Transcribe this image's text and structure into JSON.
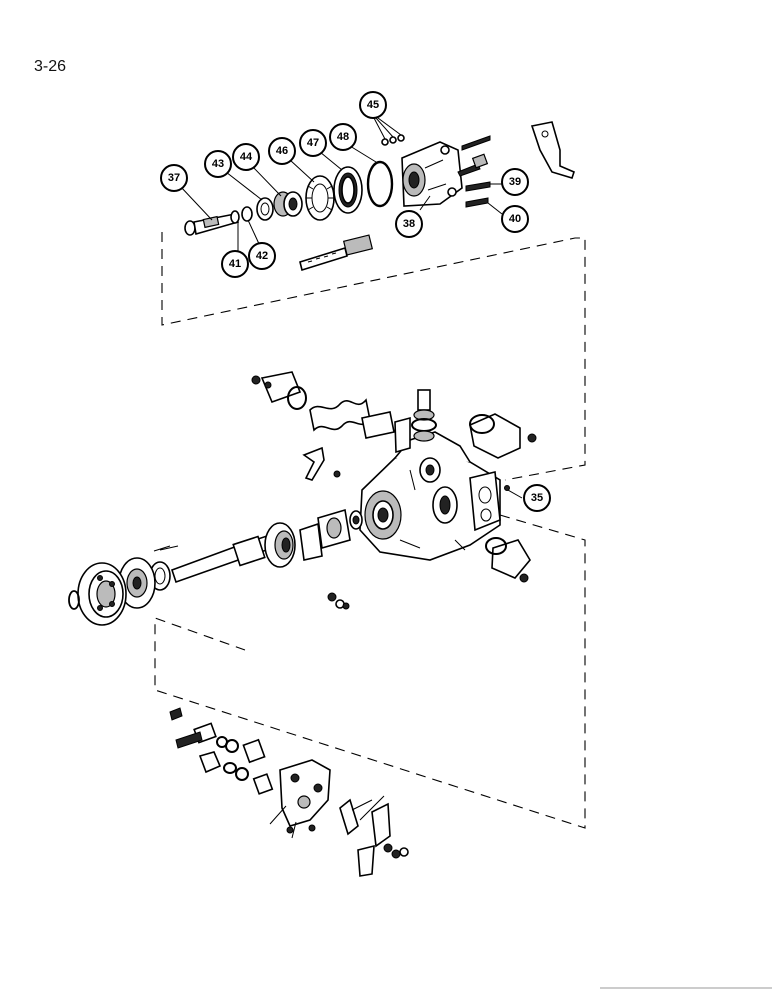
{
  "page_number": "3-26",
  "callouts": [
    {
      "id": "37",
      "label": "37"
    },
    {
      "id": "43",
      "label": "43"
    },
    {
      "id": "44",
      "label": "44"
    },
    {
      "id": "46",
      "label": "46"
    },
    {
      "id": "47",
      "label": "47"
    },
    {
      "id": "48",
      "label": "48"
    },
    {
      "id": "45",
      "label": "45"
    },
    {
      "id": "38",
      "label": "38"
    },
    {
      "id": "39",
      "label": "39"
    },
    {
      "id": "40",
      "label": "40"
    },
    {
      "id": "41",
      "label": "41"
    },
    {
      "id": "42",
      "label": "42"
    },
    {
      "id": "35",
      "label": "35"
    }
  ]
}
